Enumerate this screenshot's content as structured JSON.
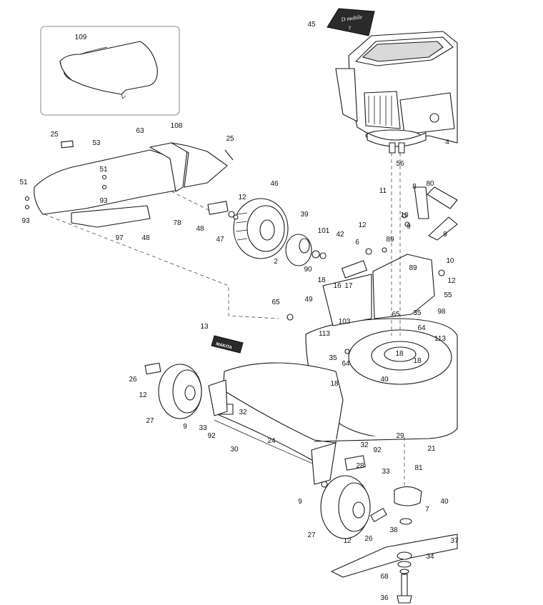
{
  "brand_label": {
    "line1": "D mobile",
    "line2": "y"
  },
  "decal_text": "MAKITA",
  "callouts": [
    {
      "id": "c109a",
      "text": "109"
    },
    {
      "id": "c45",
      "text": "45"
    },
    {
      "id": "c25a",
      "text": "25"
    },
    {
      "id": "c53",
      "text": "53"
    },
    {
      "id": "c63",
      "text": "63"
    },
    {
      "id": "c108",
      "text": "108"
    },
    {
      "id": "c25b",
      "text": "25"
    },
    {
      "id": "c51a",
      "text": "51"
    },
    {
      "id": "c51b",
      "text": "51"
    },
    {
      "id": "c93a",
      "text": "93"
    },
    {
      "id": "c93b",
      "text": "93"
    },
    {
      "id": "c97",
      "text": "97"
    },
    {
      "id": "c48a",
      "text": "48"
    },
    {
      "id": "c78",
      "text": "78"
    },
    {
      "id": "c48b",
      "text": "48"
    },
    {
      "id": "c12a",
      "text": "12"
    },
    {
      "id": "c47",
      "text": "47"
    },
    {
      "id": "c46",
      "text": "46"
    },
    {
      "id": "c2",
      "text": "2"
    },
    {
      "id": "c39",
      "text": "39"
    },
    {
      "id": "c101",
      "text": "101"
    },
    {
      "id": "c42",
      "text": "42"
    },
    {
      "id": "c90",
      "text": "90"
    },
    {
      "id": "c18a",
      "text": "18"
    },
    {
      "id": "c16",
      "text": "16"
    },
    {
      "id": "c17",
      "text": "17"
    },
    {
      "id": "c56",
      "text": "56"
    },
    {
      "id": "c4",
      "text": "4"
    },
    {
      "id": "c11",
      "text": "11"
    },
    {
      "id": "c8",
      "text": "8"
    },
    {
      "id": "c80",
      "text": "80"
    },
    {
      "id": "c10a",
      "text": "10"
    },
    {
      "id": "c9a",
      "text": "9"
    },
    {
      "id": "c12b",
      "text": "12"
    },
    {
      "id": "c89a",
      "text": "89"
    },
    {
      "id": "c6",
      "text": "6"
    },
    {
      "id": "c9b",
      "text": "9"
    },
    {
      "id": "c10b",
      "text": "10"
    },
    {
      "id": "c12c",
      "text": "12"
    },
    {
      "id": "c89b",
      "text": "89"
    },
    {
      "id": "c55",
      "text": "55"
    },
    {
      "id": "c49",
      "text": "49"
    },
    {
      "id": "c65a",
      "text": "65"
    },
    {
      "id": "c65b",
      "text": "65"
    },
    {
      "id": "c35a",
      "text": "35"
    },
    {
      "id": "c98",
      "text": "98"
    },
    {
      "id": "c103",
      "text": "103"
    },
    {
      "id": "c113a",
      "text": "113"
    },
    {
      "id": "c64a",
      "text": "64"
    },
    {
      "id": "c113b",
      "text": "113"
    },
    {
      "id": "c13",
      "text": "13"
    },
    {
      "id": "c35b",
      "text": "35"
    },
    {
      "id": "c18b",
      "text": "18"
    },
    {
      "id": "c18c",
      "text": "18"
    },
    {
      "id": "c64b",
      "text": "64"
    },
    {
      "id": "c40a",
      "text": "40"
    },
    {
      "id": "c26a",
      "text": "26"
    },
    {
      "id": "c12d",
      "text": "12"
    },
    {
      "id": "c18d",
      "text": "18"
    },
    {
      "id": "c27a",
      "text": "27"
    },
    {
      "id": "c9c",
      "text": "9"
    },
    {
      "id": "c33a",
      "text": "33"
    },
    {
      "id": "c32a",
      "text": "32"
    },
    {
      "id": "c92a",
      "text": "92"
    },
    {
      "id": "c29",
      "text": "29"
    },
    {
      "id": "c24",
      "text": "24"
    },
    {
      "id": "c30",
      "text": "30"
    },
    {
      "id": "c21",
      "text": "21"
    },
    {
      "id": "c32b",
      "text": "32"
    },
    {
      "id": "c92b",
      "text": "92"
    },
    {
      "id": "c28",
      "text": "28"
    },
    {
      "id": "c33b",
      "text": "33"
    },
    {
      "id": "c81",
      "text": "81"
    },
    {
      "id": "c9d",
      "text": "9"
    },
    {
      "id": "c7",
      "text": "7"
    },
    {
      "id": "c40b",
      "text": "40"
    },
    {
      "id": "c27b",
      "text": "27"
    },
    {
      "id": "c38",
      "text": "38"
    },
    {
      "id": "c12e",
      "text": "12"
    },
    {
      "id": "c26b",
      "text": "26"
    },
    {
      "id": "c37",
      "text": "37"
    },
    {
      "id": "c34",
      "text": "34"
    },
    {
      "id": "c68",
      "text": "68"
    },
    {
      "id": "c36",
      "text": "36"
    }
  ]
}
